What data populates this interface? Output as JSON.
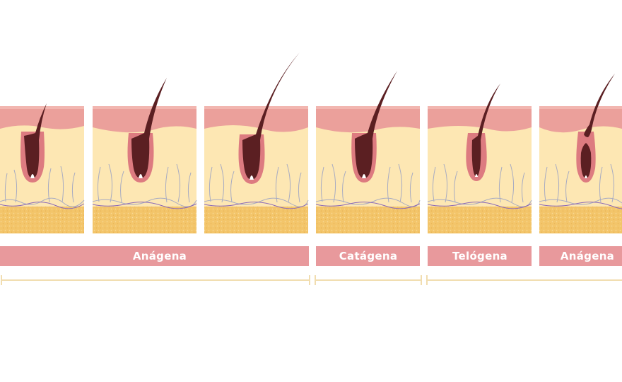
{
  "phases": [
    {
      "label": "Anágena"
    },
    {
      "label": "Catágena"
    },
    {
      "label": "Telógena"
    },
    {
      "label": "Anágena"
    }
  ],
  "colors": {
    "epidermis": "#eba09b",
    "dermis": "#fde7b3",
    "fat": "#f3c56a",
    "hair": "#5b1f22",
    "follicle": "#dd7b80",
    "phase_bar": "#e8999c",
    "timeline": "#f1ddb0",
    "vessel_gray": "#a7abc2",
    "vessel_purple": "#8b69b6"
  }
}
